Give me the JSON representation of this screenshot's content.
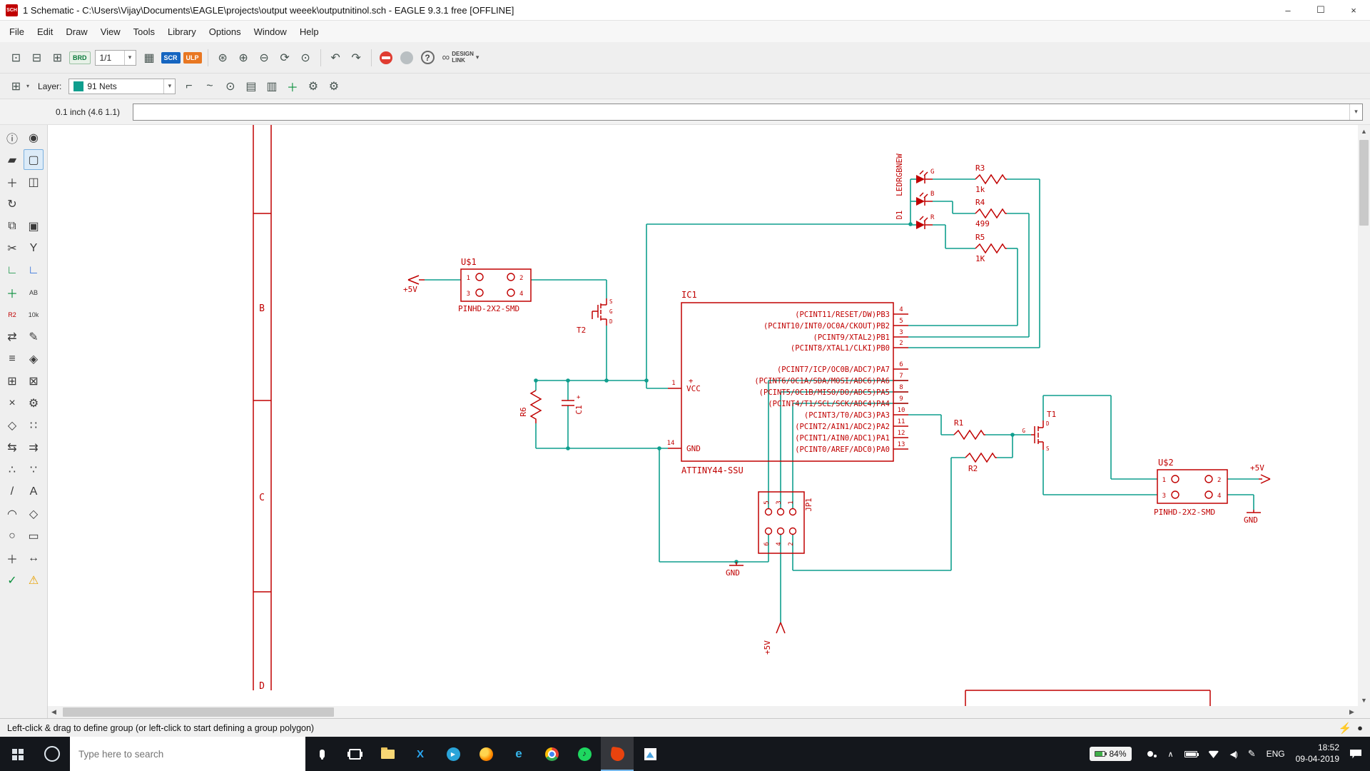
{
  "window": {
    "app_badge": "SCH",
    "title": "1 Schematic - C:\\Users\\Vijay\\Documents\\EAGLE\\projects\\output weeek\\outputnitinol.sch - EAGLE 9.3.1 free [OFFLINE]"
  },
  "menus": [
    "File",
    "Edit",
    "Draw",
    "View",
    "Tools",
    "Library",
    "Options",
    "Window",
    "Help"
  ],
  "toolbar": {
    "brd": "BRD",
    "sheet": "1/1",
    "scr": "SCR",
    "ulp": "ULP",
    "design1": "DESIGN",
    "design2": "LINK"
  },
  "layerbar": {
    "label": "Layer:",
    "value": "91 Nets"
  },
  "cmdbar": {
    "coords": "0.1 inch (4.6 1.1)"
  },
  "statusbar": {
    "text": "Left-click & drag to define group (or left-click to start defining a group polygon)"
  },
  "taskbar": {
    "search_placeholder": "Type here to search",
    "battery_percent": "84%",
    "lang": "ENG",
    "time": "18:52",
    "date": "09-04-2019"
  },
  "icons": {
    "open": "⊡",
    "save": "⊟",
    "print": "⊞",
    "library": "▦",
    "zoom_fit": "⊛",
    "zoom_in": "⊕",
    "zoom_out": "⊖",
    "zoom_redraw": "⟳",
    "zoom_select": "⊙",
    "undo": "↶",
    "redo": "↷",
    "help": "?",
    "grid": "⊞",
    "grid_arrow": "▾",
    "combo_arrow": "▾",
    "bend": "⌐",
    "mitre": "~",
    "magnify": "⊙",
    "fill1": "▤",
    "fill2": "▥",
    "add_net": "＋",
    "gear": "⚙",
    "design_chain": "∞",
    "win_min": "–",
    "win_max": "☐",
    "win_close": "×",
    "up": "▲",
    "down": "▼",
    "left": "◀",
    "right": "▶",
    "bolt": "⚡",
    "plug": "●",
    "vscode": "X",
    "edge": "e",
    "telegram_play": "▶",
    "spotify_note": "♪",
    "chev_up": "∧",
    "speaker": "◀)",
    "pen": "✎"
  },
  "palette": [
    {
      "n": "info-tool-icon",
      "g": "ⓘ"
    },
    {
      "n": "display-tool-icon",
      "g": "◉"
    },
    {
      "n": "change-tool-icon",
      "g": "▰"
    },
    {
      "n": "group-tool-icon",
      "g": "▢",
      "sel": true
    },
    {
      "n": "move-tool-icon",
      "g": "＋"
    },
    {
      "n": "mirror-tool-icon",
      "g": "◫"
    },
    {
      "n": "rotate-tool-icon",
      "g": "↻"
    },
    {
      "n": "blank-slot",
      "g": ""
    },
    {
      "n": "copy-tool-icon",
      "g": "⧉"
    },
    {
      "n": "paste-tool-icon",
      "g": "▣"
    },
    {
      "n": "cut-tool-icon",
      "g": "✂"
    },
    {
      "n": "split-tool-icon",
      "g": "Y"
    },
    {
      "n": "wire-tool-icon",
      "g": "∟",
      "c": "#0a8f3c"
    },
    {
      "n": "bus-tool-icon",
      "g": "∟",
      "c": "#1c62d8"
    },
    {
      "n": "add-part-tool-icon",
      "g": "＋",
      "c": "#0a8f3c"
    },
    {
      "n": "label-tool-icon",
      "g": "AB"
    },
    {
      "n": "smash-tool-icon",
      "g": "R2",
      "c": "#c00000"
    },
    {
      "n": "value-tool-icon",
      "g": "10k"
    },
    {
      "n": "pinswap-tool-icon",
      "g": "⇄"
    },
    {
      "n": "name-tool-icon",
      "g": "✎"
    },
    {
      "n": "ratsnest-tool-icon",
      "g": "≡"
    },
    {
      "n": "attribute-tool-icon",
      "g": "◈"
    },
    {
      "n": "copy-group-tool-icon",
      "g": "⊞"
    },
    {
      "n": "paste-group-tool-icon",
      "g": "⊠"
    },
    {
      "n": "delete-tool-icon",
      "g": "×"
    },
    {
      "n": "tools-icon",
      "g": "⚙"
    },
    {
      "n": "pour-tool-icon",
      "g": "◇"
    },
    {
      "n": "via-tool-icon",
      "g": "∷"
    },
    {
      "n": "swap-tool-icon",
      "g": "⇆"
    },
    {
      "n": "class-tool-icon",
      "g": "⇉"
    },
    {
      "n": "dots-tool-icon",
      "g": "∴"
    },
    {
      "n": "pattern-tool-icon",
      "g": "∵"
    },
    {
      "n": "line-tool-icon",
      "g": "/"
    },
    {
      "n": "text-tool-icon",
      "g": "A"
    },
    {
      "n": "arc-tool-icon",
      "g": "◠"
    },
    {
      "n": "polygon-tool-icon",
      "g": "◇"
    },
    {
      "n": "circle-tool-icon",
      "g": "○"
    },
    {
      "n": "rect-tool-icon",
      "g": "▭"
    },
    {
      "n": "junction-tool-icon",
      "g": "＋"
    },
    {
      "n": "dimension-tool-icon",
      "g": "↔"
    },
    {
      "n": "erc-tool-icon",
      "g": "✓",
      "c": "#0a8f3c"
    },
    {
      "n": "errors-tool-icon",
      "g": "⚠",
      "c": "#e8a000"
    }
  ],
  "schematic": {
    "frame": {
      "rows": [
        "B",
        "C",
        "D"
      ]
    },
    "ic1": {
      "name": "IC1",
      "value": "ATTINY44-SSU",
      "vcc": "VCC",
      "gnd": "GND",
      "vcc_pin": "1",
      "gnd_pin": "14",
      "plus": "+",
      "pins": [
        {
          "label": "(PCINT11/RESET/DW)PB3",
          "num": "4"
        },
        {
          "label": "(PCINT10/INT0/OC0A/CKOUT)PB2",
          "num": "5"
        },
        {
          "label": "(PCINT9/XTAL2)PB1",
          "num": "3"
        },
        {
          "label": "(PCINT8/XTAL1/CLKI)PB0",
          "num": "2"
        },
        {
          "label": "(PCINT7/ICP/OC0B/ADC7)PA7",
          "num": "6"
        },
        {
          "label": "(PCINT6/OC1A/SDA/MOSI/ADC6)PA6",
          "num": "7"
        },
        {
          "label": "(PCINT5/OC1B/MISO/DO/ADC5)PA5",
          "num": "8"
        },
        {
          "label": "(PCINT4/T1/SCL/SCK/ADC4)PA4",
          "num": "9"
        },
        {
          "label": "(PCINT3/T0/ADC3)PA3",
          "num": "10"
        },
        {
          "label": "(PCINT2/AIN1/ADC2)PA2",
          "num": "11"
        },
        {
          "label": "(PCINT1/AIN0/ADC1)PA1",
          "num": "12"
        },
        {
          "label": "(PCINT0/AREF/ADC0)PA0",
          "num": "13"
        }
      ]
    },
    "u1": {
      "name": "U$1",
      "value": "PINHD-2X2-SMD",
      "p1": "1",
      "p2": "2",
      "p3": "3",
      "p4": "4"
    },
    "u2": {
      "name": "U$2",
      "value": "PINHD-2X2-SMD",
      "p1": "1",
      "p2": "2",
      "p3": "3",
      "p4": "4"
    },
    "led": {
      "name": "D1",
      "value": "LEDRGBNEW",
      "g": "G",
      "b": "B",
      "r": "R"
    },
    "r1": {
      "name": "R1"
    },
    "r2": {
      "name": "R2"
    },
    "r3": {
      "name": "R3",
      "value": "1k"
    },
    "r4": {
      "name": "R4",
      "value": "499"
    },
    "r5": {
      "name": "R5",
      "value": "1K"
    },
    "r6": {
      "name": "R6"
    },
    "c1": {
      "name": "C1",
      "plus": "+"
    },
    "t1": {
      "name": "T1",
      "g": "G",
      "d": "D",
      "s": "S"
    },
    "t2": {
      "name": "T2",
      "g": "G",
      "d": "D",
      "s": "S"
    },
    "jp": {
      "name": "JP1",
      "top": [
        "5",
        "3",
        "1"
      ],
      "bottom": [
        "6",
        "4",
        "2"
      ]
    },
    "p5v": "+5V",
    "gnd_label": "GND"
  },
  "colors": {
    "symbol": "#c00000",
    "net": "#0f9e8e",
    "scr_chip": "#1565c0",
    "ulp_chip": "#e87722"
  }
}
